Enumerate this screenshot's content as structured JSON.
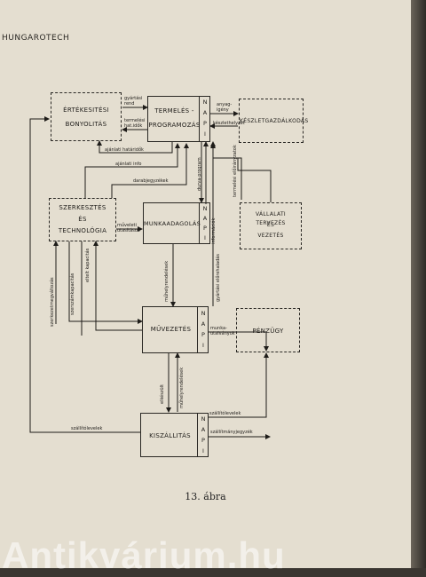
{
  "header": {
    "running_title": "HUNGAROTECH"
  },
  "figure": {
    "caption": "13. ábra",
    "napi_letters": [
      "N",
      "A",
      "P",
      "I"
    ],
    "boxes": {
      "ertekesitesi": [
        "ÉRTÉKESITÉSI",
        "BONYOLITÁS"
      ],
      "termeles": [
        "TERMELÉS -",
        "PROGRAMOZÁS"
      ],
      "keszlet": [
        "KÉSZLETGAZDÁLKODÁS"
      ],
      "szerkesztes": [
        "SZERKESZTÉS",
        "ÉS",
        "TECHNOLÓGIA"
      ],
      "munkaadagolas": [
        "MUNKAADAGOLÁS"
      ],
      "vallalati": [
        "VÁLLALATI TERVEZÉS",
        "ÉS",
        "VEZETÉS"
      ],
      "muveletes": [
        "MŰVEZETÉS"
      ],
      "penzugy": [
        "PÉNZÜGY"
      ],
      "kiszallitas": [
        "KISZÁLLITÁS"
      ]
    },
    "labels": {
      "gyartasi_rend": [
        "gyártási",
        "rend"
      ],
      "termelesi_hat": [
        "termelési",
        "hat.idők"
      ],
      "anyagigeny": [
        "anyag-",
        "igény"
      ],
      "keszlethelyzet": [
        "készlethelyzet"
      ],
      "ajanlati_hatarido": "ajánlati határidők",
      "ajanlati_info": "ajánlati info",
      "darabjegyzekek": "darabjegyzékek",
      "durva_program": "durva-program",
      "informaciok": "információk",
      "termelesi_elolranyzat": "termelési előirányzatok",
      "muveleti_utasitasok": [
        "műveleti",
        "utasítások"
      ],
      "muhelyrendeles": "műhelyrendelések",
      "gyartasi_elorehaladas": "gyártási előrehaladás",
      "szerkezetmegvaltozas": "szerkezetmegváltozás",
      "szerszamkapacitas": "szerszámkapacitás",
      "eltelt_kapacitas": "eltelt kapacitás",
      "munka_utalvanyok": [
        "munka-",
        "utalványok"
      ],
      "elkeszult": [
        "elkészült",
        "műhelyrendelések"
      ],
      "szallitolevelek_1": "szállítólevelek",
      "szallitolevelek_2": "szállítólevelek",
      "szallitmanyjegyzek": "szállítmányjegyzék"
    }
  }
}
